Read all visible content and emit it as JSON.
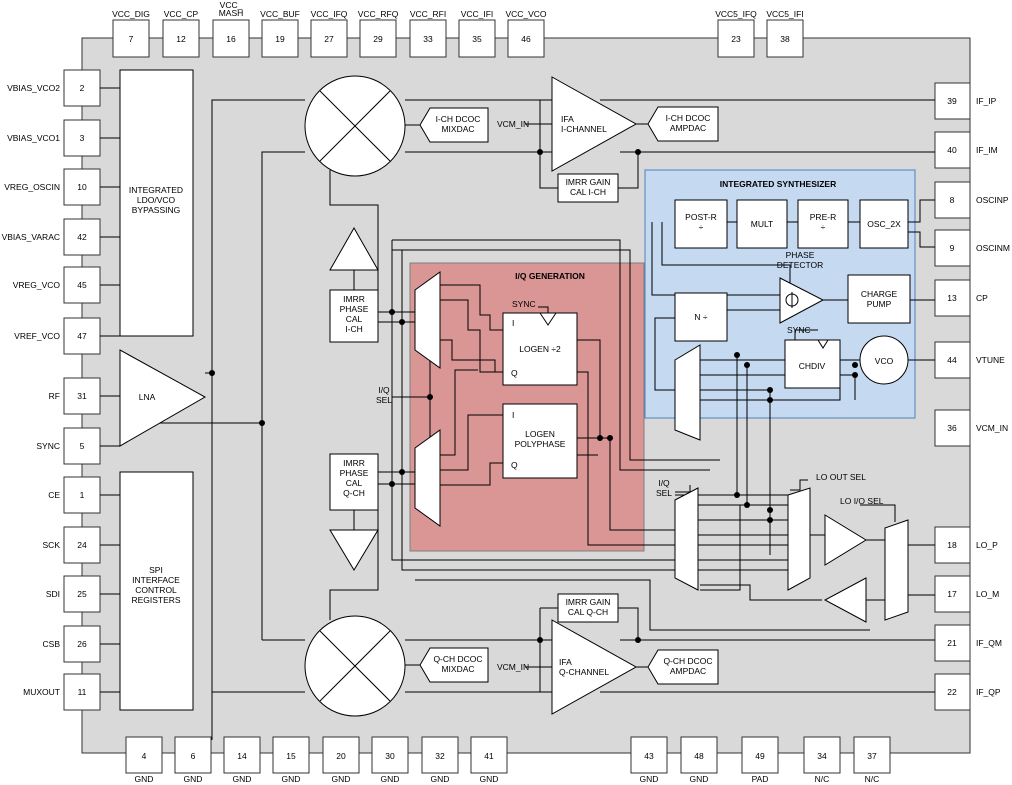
{
  "top_pins": [
    {
      "num": "7",
      "name": "VCC_DIG"
    },
    {
      "num": "12",
      "name": "VCC_CP"
    },
    {
      "num": "16",
      "name": "VCC_\nMASH"
    },
    {
      "num": "19",
      "name": "VCC_BUF"
    },
    {
      "num": "27",
      "name": "VCC_IFQ"
    },
    {
      "num": "29",
      "name": "VCC_RFQ"
    },
    {
      "num": "33",
      "name": "VCC_RFI"
    },
    {
      "num": "35",
      "name": "VCC_IFI"
    },
    {
      "num": "46",
      "name": "VCC_VCO"
    },
    {
      "num": "23",
      "name": "VCC5_IFQ"
    },
    {
      "num": "38",
      "name": "VCC5_IFI"
    }
  ],
  "left_pins": [
    {
      "num": "2",
      "name": "VBIAS_VCO2"
    },
    {
      "num": "3",
      "name": "VBIAS_VCO1"
    },
    {
      "num": "10",
      "name": "VREG_OSCIN"
    },
    {
      "num": "42",
      "name": "VBIAS_VARAC"
    },
    {
      "num": "45",
      "name": "VREG_VCO"
    },
    {
      "num": "47",
      "name": "VREF_VCO"
    },
    {
      "num": "31",
      "name": "RF"
    },
    {
      "num": "5",
      "name": "SYNC"
    },
    {
      "num": "1",
      "name": "CE"
    },
    {
      "num": "24",
      "name": "SCK"
    },
    {
      "num": "25",
      "name": "SDI"
    },
    {
      "num": "26",
      "name": "CSB"
    },
    {
      "num": "11",
      "name": "MUXOUT"
    }
  ],
  "right_pins": [
    {
      "num": "39",
      "name": "IF_IP"
    },
    {
      "num": "40",
      "name": "IF_IM"
    },
    {
      "num": "8",
      "name": "OSCINP"
    },
    {
      "num": "9",
      "name": "OSCINM"
    },
    {
      "num": "13",
      "name": "CP"
    },
    {
      "num": "44",
      "name": "VTUNE"
    },
    {
      "num": "36",
      "name": "VCM_IN"
    },
    {
      "num": "18",
      "name": "LO_P"
    },
    {
      "num": "17",
      "name": "LO_M"
    },
    {
      "num": "21",
      "name": "IF_QM"
    },
    {
      "num": "22",
      "name": "IF_QP"
    }
  ],
  "bottom_pins": [
    {
      "num": "4",
      "name": "GND"
    },
    {
      "num": "6",
      "name": "GND"
    },
    {
      "num": "14",
      "name": "GND"
    },
    {
      "num": "15",
      "name": "GND"
    },
    {
      "num": "20",
      "name": "GND"
    },
    {
      "num": "30",
      "name": "GND"
    },
    {
      "num": "32",
      "name": "GND"
    },
    {
      "num": "41",
      "name": "GND"
    },
    {
      "num": "43",
      "name": "GND"
    },
    {
      "num": "48",
      "name": "GND"
    },
    {
      "num": "49",
      "name": "PAD"
    },
    {
      "num": "34",
      "name": "N/C"
    },
    {
      "num": "37",
      "name": "N/C"
    }
  ],
  "blocks": {
    "ldo": "INTEGRATED\nLDO/VCO\nBYPASSING",
    "spi": "SPI\nINTERFACE\n\nCONTROL\nREGISTERS",
    "lna": "LNA",
    "ifa_i": "IFA\nI-CHANNEL",
    "ifa_q": "IFA\nQ-CHANNEL",
    "ich_dcoc_mixdac": "I-CH DCOC\nMIXDAC",
    "ich_dcoc_ampdac": "I-CH DCOC\nAMPDAC",
    "qch_dcoc_mixdac": "Q-CH DCOC\nMIXDAC",
    "qch_dcoc_ampdac": "Q-CH DCOC\nAMPDAC",
    "imrr_gain_i": "IMRR GAIN\nCAL I-CH",
    "imrr_gain_q": "IMRR GAIN\nCAL Q-CH",
    "imrr_phase_i": "IMRR\nPHASE\nCAL\nI-CH",
    "imrr_phase_q": "IMRR\nPHASE\nCAL\nQ-CH",
    "vcm_in_top": "VCM_IN",
    "vcm_in_bottom": "VCM_IN",
    "iq_generation": "I/Q GENERATION",
    "sync_label": "SYNC",
    "logen2": "LOGEN ÷2",
    "logen_poly": "LOGEN\nPOLYPHASE",
    "port_i": "I",
    "port_q": "Q",
    "iq_sel_1": "I/Q\nSEL",
    "iq_sel_2": "I/Q\nSEL",
    "synth_title": "INTEGRATED SYNTHESIZER",
    "post_r": "POST-R\n÷",
    "mult": "MULT",
    "pre_r": "PRE-R\n÷",
    "osc2x": "OSC_2X",
    "phase_detector": "PHASE\nDETECTOR",
    "charge_pump": "CHARGE\nPUMP",
    "n_div": "N ÷",
    "chdiv": "CHDIV",
    "chdiv_sync": "SYNC",
    "vco": "VCO",
    "lo_out_sel": "LO OUT SEL",
    "lo_io_sel": "LO I/O SEL"
  },
  "colors": {
    "chip_fill": "#d9d9d9",
    "iq_gen_fill": "#da9694",
    "synth_fill": "#c5d9f1",
    "synth_stroke": "#4f81bd"
  }
}
